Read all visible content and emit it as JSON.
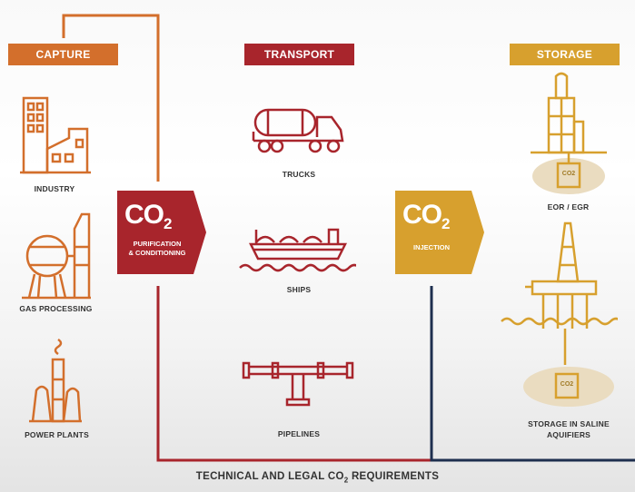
{
  "headers": {
    "capture": "CAPTURE",
    "transport": "TRANSPORT",
    "storage": "STORAGE"
  },
  "capture_items": {
    "industry": "INDUSTRY",
    "gas_processing": "GAS PROCESSING",
    "power_plants": "POWER PLANTS"
  },
  "transport_items": {
    "trucks": "TRUCKS",
    "ships": "SHIPS",
    "pipelines": "PIPELINES"
  },
  "storage_items": {
    "eor_egr": "EOR / EGR",
    "saline_line1": "STORAGE IN SALINE",
    "saline_line2": "AQUIFIERS",
    "co2_badge": "CO2"
  },
  "purification_box": {
    "formula_main": "CO",
    "formula_sub": "2",
    "line1": "PURIFICATION",
    "line2": "& CONDITIONING"
  },
  "injection_box": {
    "formula_main": "CO",
    "formula_sub": "2",
    "line1": "INJECTION"
  },
  "footer": {
    "text_before": "TECHNICAL AND LEGAL CO",
    "subscript": "2",
    "text_after": " REQUIREMENTS"
  },
  "colors": {
    "capture_orange": "#d36f2c",
    "transport_red": "#a8252c",
    "storage_gold": "#d7a02e",
    "navy_line": "#1e2f4f"
  },
  "icons": [
    "factory-icon",
    "gas-processing-icon",
    "power-plant-icon",
    "truck-icon",
    "ship-icon",
    "pipeline-icon",
    "oil-well-icon",
    "offshore-rig-icon"
  ]
}
